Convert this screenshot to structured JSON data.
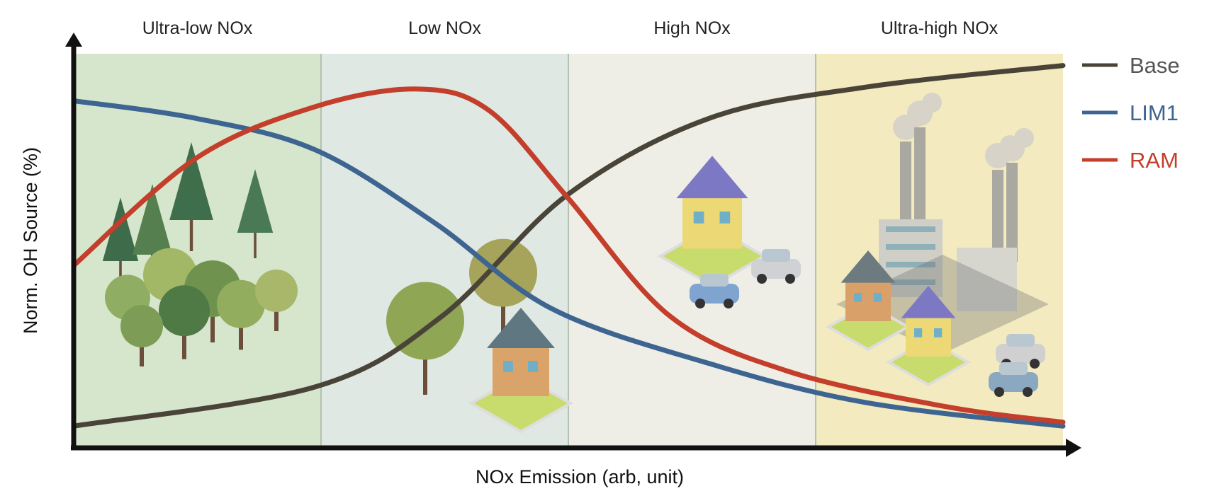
{
  "chart_data": {
    "type": "line",
    "title": "",
    "xlabel": "NOx Emission (arb, unit)",
    "ylabel": "Norm. OH Source (%)",
    "xlim": [
      0,
      100
    ],
    "ylim": [
      0,
      100
    ],
    "grid": false,
    "legend_position": "right",
    "regions": [
      {
        "label": "Ultra-low NOx",
        "range": [
          0,
          25
        ],
        "color": "#d6e6cd"
      },
      {
        "label": "Low NOx",
        "range": [
          25,
          50
        ],
        "color": "#dfe8e3"
      },
      {
        "label": "High NOx",
        "range": [
          50,
          75
        ],
        "color": "#efeee6"
      },
      {
        "label": "Ultra-high NOx",
        "range": [
          75,
          100
        ],
        "color": "#f3eabf"
      }
    ],
    "series": [
      {
        "name": "Base",
        "color": "#4a4438",
        "x": [
          0,
          24.4,
          37.2,
          49.9,
          64.2,
          80.1,
          100
        ],
        "y": [
          5,
          15,
          33,
          64,
          83.5,
          91.5,
          97
        ]
      },
      {
        "name": "LIM1",
        "color": "#3e6591",
        "x": [
          0,
          12.4,
          24.4,
          36.4,
          48.3,
          64.2,
          80.1,
          100
        ],
        "y": [
          88,
          83.5,
          75.5,
          57,
          35,
          21,
          11,
          5
        ]
      },
      {
        "name": "RAM",
        "color": "#c33e2b",
        "x": [
          0,
          12.4,
          24.4,
          34.8,
          42,
          49.9,
          60.3,
          72.2,
          88.1,
          100
        ],
        "y": [
          46,
          73.4,
          86.5,
          91,
          85.5,
          63.4,
          33,
          19,
          10,
          6
        ]
      }
    ],
    "illustrations": [
      "forest-icon",
      "tree-and-house-icon",
      "house-and-cars-icon",
      "factory-icon"
    ]
  }
}
